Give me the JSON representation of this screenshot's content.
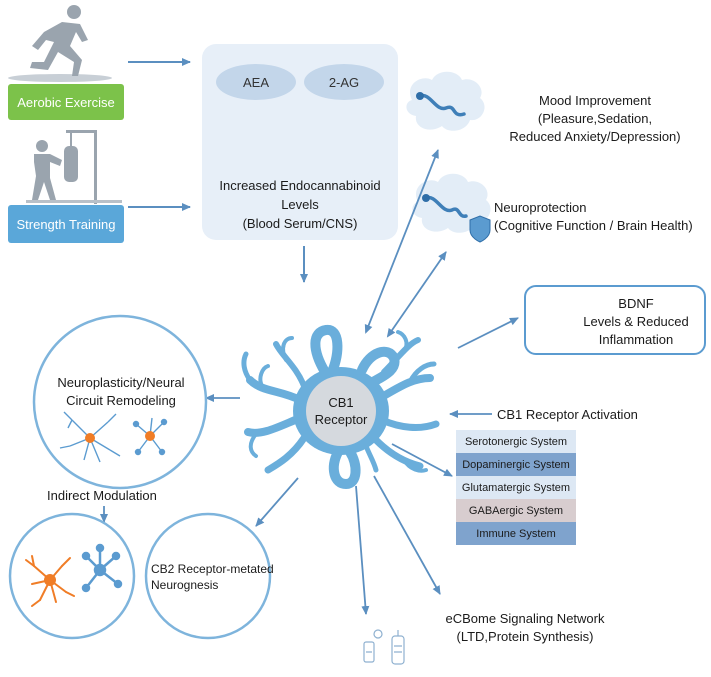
{
  "exercise": {
    "aerobic_label": "Aerobic Exercise",
    "strength_label": "Strength Training"
  },
  "endocannabinoids": {
    "aea": "AEA",
    "two_ag": "2-AG",
    "caption_line1": "Increased Endocannabinoid",
    "caption_line2": "Levels",
    "caption_line3": "(Blood Serum/CNS)"
  },
  "mood": {
    "line1": "Mood Improvement",
    "line2": "(Pleasure,Sedation,",
    "line3": "Reduced Anxiety/Depression)"
  },
  "neuroprotection": {
    "line1": "Neuroprotection",
    "line2": "(Cognitive Function / Brain Health)"
  },
  "bdnf": {
    "line1": "BDNF",
    "line2": "Levels & Reduced",
    "line3": "Inflammation"
  },
  "cb1": {
    "line1": "CB1",
    "line2": "Receptor",
    "activation_label": "CB1 Receptor Activation"
  },
  "systems": [
    {
      "label": "Serotonergic System",
      "color": "#dde8f4"
    },
    {
      "label": "Dopaminergic System",
      "color": "#7fa3cd"
    },
    {
      "label": "Glutamatergic System",
      "color": "#dde8f4"
    },
    {
      "label": "GABAergic System",
      "color": "#d8cdcf"
    },
    {
      "label": "Immune System",
      "color": "#7fa3cd"
    }
  ],
  "neuroplasticity": {
    "line1": "Neuroplasticity/Neural",
    "line2": "Circuit Remodeling"
  },
  "indirect_modulation": "Indirect Modulation",
  "cb2": {
    "line1": "CB2 Receptor-metated",
    "line2": "Neurognesis"
  },
  "ecbome": {
    "line1": "eCBome Signaling Network",
    "line2": "(LTD,Protein Synthesis)"
  },
  "colors": {
    "arrow": "#5b8fc0",
    "neuron": "#6aaedb",
    "circle_border": "#7eb4dc",
    "orange": "#f07d27"
  }
}
